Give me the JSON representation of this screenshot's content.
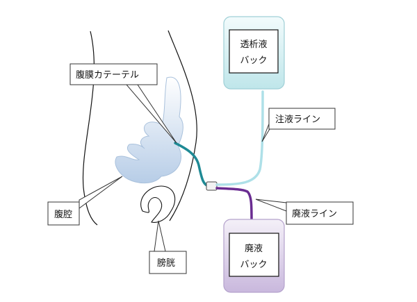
{
  "labels": {
    "catheter": "腹膜カテーテル",
    "cavity": "腹腔",
    "bladder": "膀胱",
    "infusion_line": "注液ライン",
    "drain_line": "廃液ライン"
  },
  "bags": {
    "dialysate": {
      "line1": "透析液",
      "line2": "バック"
    },
    "waste": {
      "line1": "廃液",
      "line2": "バック"
    }
  },
  "colors": {
    "dialysate_bag_fill": "#daf0f2",
    "dialysate_bag_stroke": "#9fcfd6",
    "waste_bag_fill": "#d9cde6",
    "waste_bag_stroke": "#b4a2cc",
    "infusion_line": "#aee0e8",
    "drain_line": "#6a2c91",
    "catheter": "#1f8a95",
    "cavity_fill": "#c6d8ec"
  }
}
